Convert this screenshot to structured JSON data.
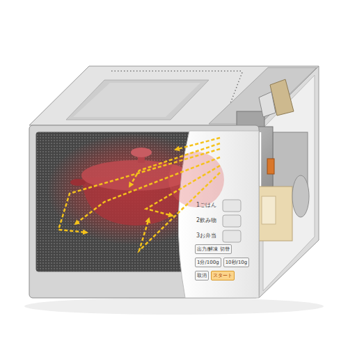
{
  "diagram": {
    "nodes": [
      {
        "text": [
          "出力/解凍 切替"
        ]
      },
      {
        "text": [
          "1分/100g"
        ]
      },
      {
        "text": [
          "10秒/10g"
        ]
      },
      {
        "text": [
          "取消"
        ]
      },
      {
        "text": [
          "スタート"
        ]
      }
    ],
    "labels": [
      "1ごはん",
      "2飲み物",
      "3お弁当"
    ]
  }
}
